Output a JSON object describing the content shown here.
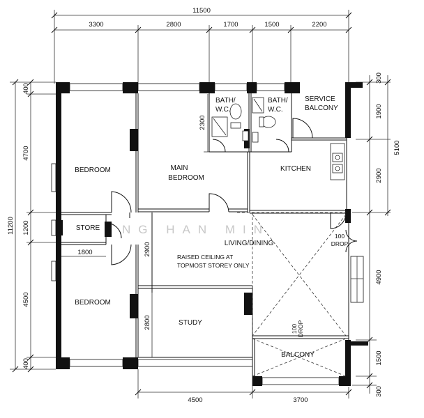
{
  "dimensions": {
    "overall_width": "11500",
    "top": [
      "3300",
      "2800",
      "1700",
      "1500",
      "2200"
    ],
    "bottom": [
      "4500",
      "3700"
    ],
    "overall_height": "11200",
    "left": [
      "400",
      "4700",
      "1200",
      "4500",
      "400"
    ],
    "right": [
      "300",
      "1900",
      "5100",
      "2900",
      "4900",
      "1500",
      "300"
    ],
    "internal": {
      "bath": "2300",
      "store_width": "1800",
      "living": "2900",
      "study": "2800"
    }
  },
  "rooms": {
    "bedroom_top": "BEDROOM",
    "main_bedroom_1": "MAIN",
    "main_bedroom_2": "BEDROOM",
    "bath1_1": "BATH/",
    "bath1_2": "W.C.",
    "bath2_1": "BATH/",
    "bath2_2": "W.C.",
    "service_balcony_1": "SERVICE",
    "service_balcony_2": "BALCONY",
    "kitchen": "KITCHEN",
    "store": "STORE",
    "living_dining": "LIVING/DINING",
    "bedroom_bottom": "BEDROOM",
    "study": "STUDY",
    "balcony": "BALCONY"
  },
  "notes": {
    "raised_ceiling_1": "RAISED CEILING AT",
    "raised_ceiling_2": "TOPMOST STOREY ONLY",
    "drop_1_value": "100",
    "drop_1_label": "DROP",
    "drop_2_value": "100",
    "drop_2_label": "DROP"
  },
  "watermark": "NG HAN MIN"
}
